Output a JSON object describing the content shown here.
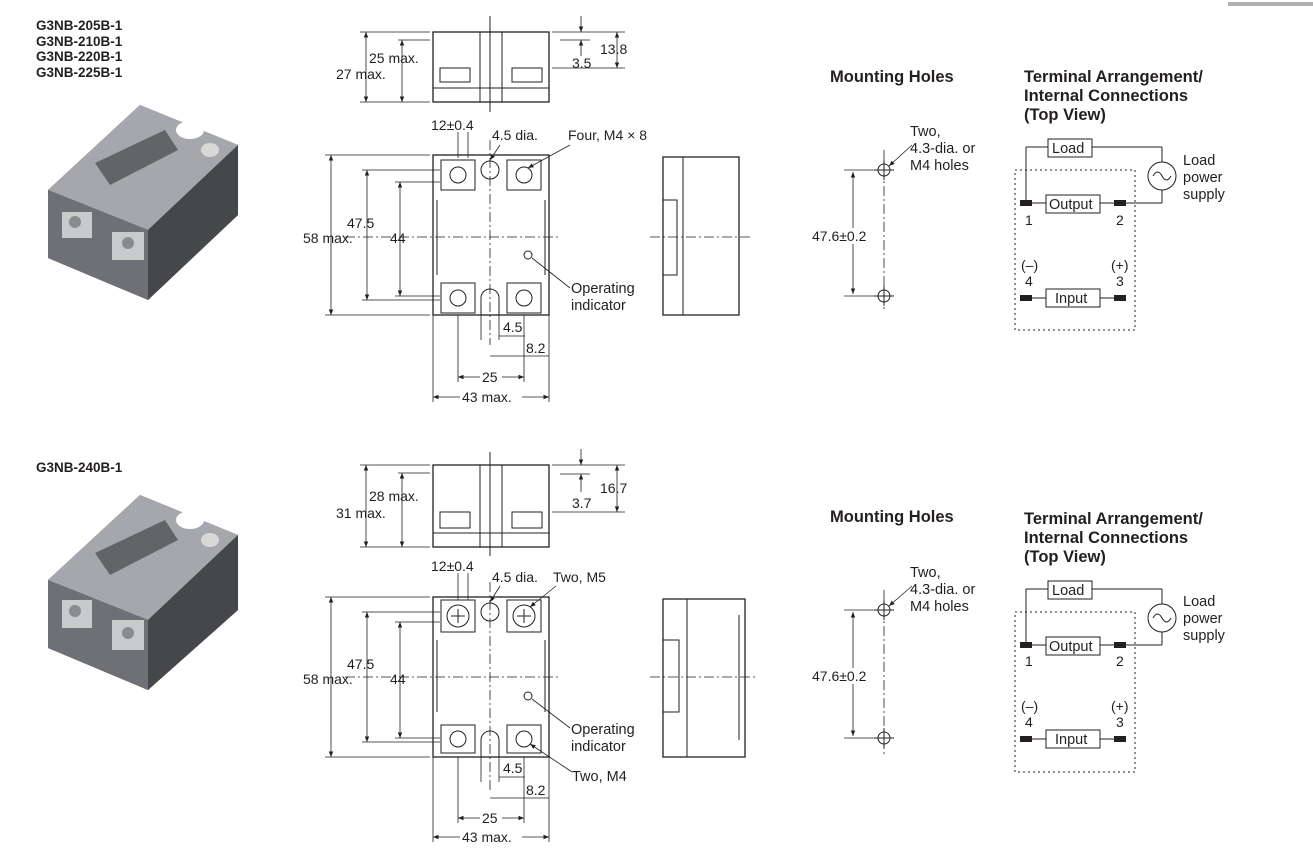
{
  "colors": {
    "ink": "#231f20",
    "photo_body": "#6f7177",
    "photo_cover": "#b7b9bd"
  },
  "top_group": {
    "models": [
      "G3NB-205B-1",
      "G3NB-210B-1",
      "G3NB-220B-1",
      "G3NB-225B-1"
    ],
    "side": {
      "outer": "27 max.",
      "inner": "25 max.",
      "right_big": "13.8",
      "right_small": "3.5"
    },
    "front": {
      "pitch": "12±0.4",
      "hole": "4.5 dia.",
      "screws": "Four, M4 × 8",
      "height": "58 max.",
      "h1": "47.5",
      "h2": "44",
      "indicator_1": "Operating",
      "indicator_2": "indicator",
      "slot": "4.5",
      "offset": "8.2",
      "width1": "25",
      "width2": "43 max."
    },
    "mounting": {
      "title": "Mounting Holes",
      "note_1": "Two,",
      "note_2": "4.3-dia. or",
      "note_3": "M4 holes",
      "spacing": "47.6±0.2"
    },
    "terminal": {
      "title_1": "Terminal Arrangement/",
      "title_2": "Internal Connections",
      "title_3": "(Top View)",
      "load": "Load",
      "output": "Output",
      "input": "Input",
      "supply_1": "Load",
      "supply_2": "power",
      "supply_3": "supply",
      "t1": "1",
      "t2": "2",
      "t3": "3",
      "t4": "4",
      "neg": "(–)",
      "pos": "(+)"
    }
  },
  "bottom_group": {
    "models": [
      "G3NB-240B-1"
    ],
    "side": {
      "outer": "31 max.",
      "inner": "28 max.",
      "right_big": "16.7",
      "right_small": "3.7"
    },
    "front": {
      "pitch": "12±0.4",
      "hole": "4.5 dia.",
      "screws": "Two, M5",
      "height": "58 max.",
      "h1": "47.5",
      "h2": "44",
      "indicator_1": "Operating",
      "indicator_2": "indicator",
      "lower_screws": "Two, M4",
      "slot": "4.5",
      "offset": "8.2",
      "width1": "25",
      "width2": "43 max."
    },
    "mounting": {
      "title": "Mounting Holes",
      "note_1": "Two,",
      "note_2": "4.3-dia. or",
      "note_3": "M4 holes",
      "spacing": "47.6±0.2"
    },
    "terminal": {
      "title_1": "Terminal Arrangement/",
      "title_2": "Internal Connections",
      "title_3": "(Top View)",
      "load": "Load",
      "output": "Output",
      "input": "Input",
      "supply_1": "Load",
      "supply_2": "power",
      "supply_3": "supply",
      "t1": "1",
      "t2": "2",
      "t3": "3",
      "t4": "4",
      "neg": "(–)",
      "pos": "(+)"
    }
  }
}
